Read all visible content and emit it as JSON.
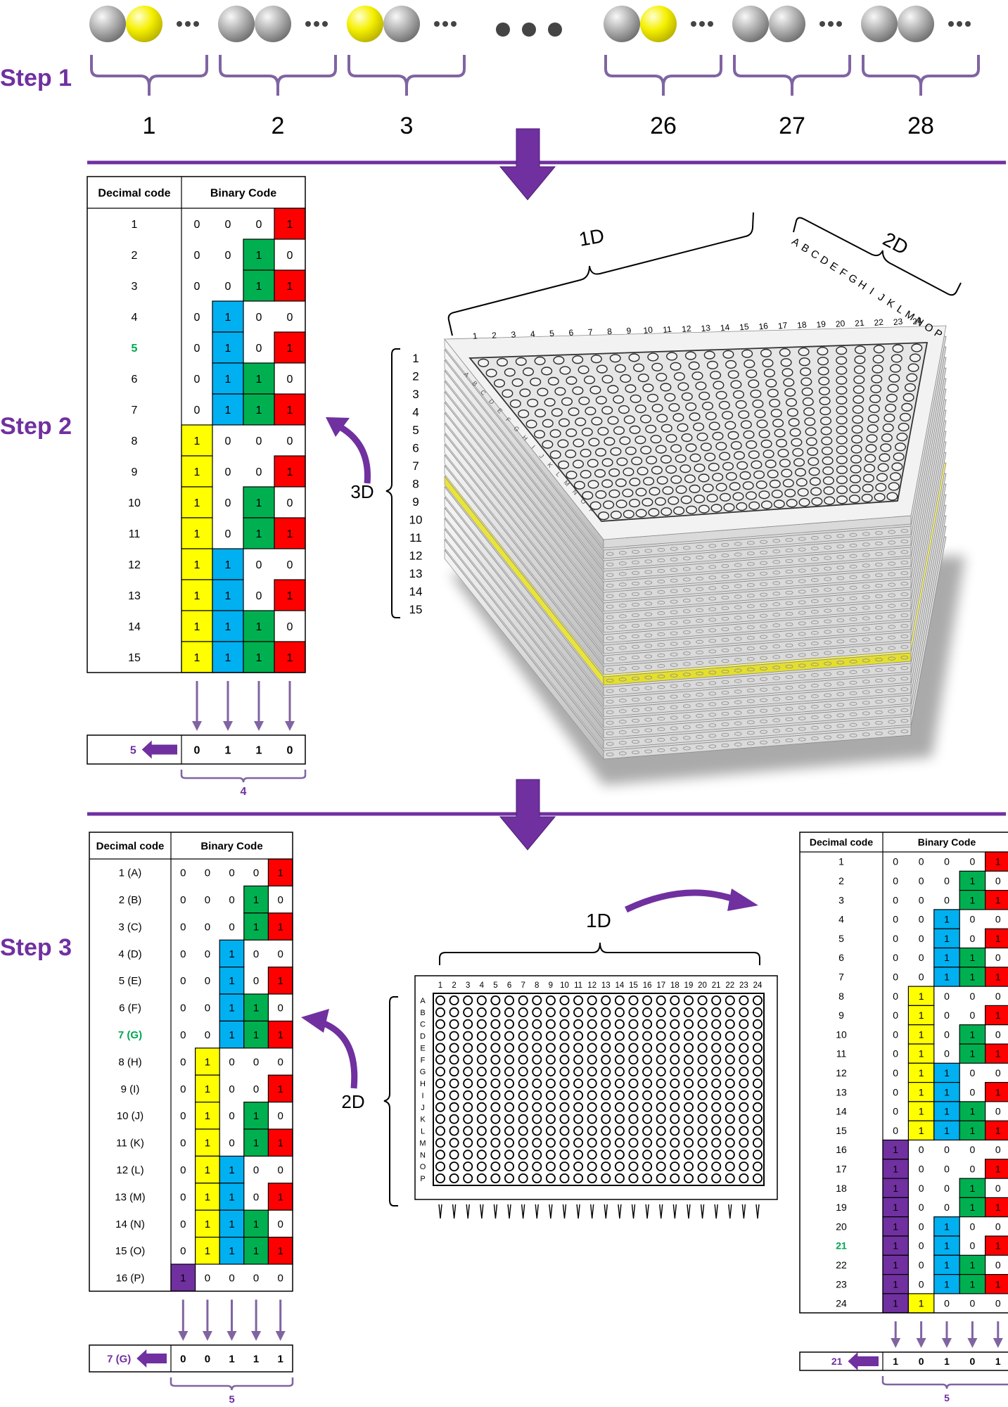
{
  "step_labels": [
    "Step 1",
    "Step 2",
    "Step 3"
  ],
  "step1": {
    "groups": [
      {
        "number": "1",
        "balls": [
          "gray",
          "yellow"
        ]
      },
      {
        "number": "2",
        "balls": [
          "gray",
          "gray"
        ]
      },
      {
        "number": "3",
        "balls": [
          "yellow",
          "gray"
        ]
      },
      {
        "number": "26",
        "balls": [
          "gray",
          "yellow"
        ]
      },
      {
        "number": "27",
        "balls": [
          "gray",
          "gray"
        ]
      },
      {
        "number": "28",
        "balls": [
          "gray",
          "gray"
        ]
      }
    ]
  },
  "table_headers": {
    "decimal": "Decimal code",
    "binary": "Binary Code"
  },
  "table2": {
    "highlight": "5",
    "rows": [
      {
        "code": "1",
        "bits": [
          "0",
          "0",
          "0",
          "1"
        ]
      },
      {
        "code": "2",
        "bits": [
          "0",
          "0",
          "1",
          "0"
        ]
      },
      {
        "code": "3",
        "bits": [
          "0",
          "0",
          "1",
          "1"
        ]
      },
      {
        "code": "4",
        "bits": [
          "0",
          "1",
          "0",
          "0"
        ]
      },
      {
        "code": "5",
        "bits": [
          "0",
          "1",
          "0",
          "1"
        ]
      },
      {
        "code": "6",
        "bits": [
          "0",
          "1",
          "1",
          "0"
        ]
      },
      {
        "code": "7",
        "bits": [
          "0",
          "1",
          "1",
          "1"
        ]
      },
      {
        "code": "8",
        "bits": [
          "1",
          "0",
          "0",
          "0"
        ]
      },
      {
        "code": "9",
        "bits": [
          "1",
          "0",
          "0",
          "1"
        ]
      },
      {
        "code": "10",
        "bits": [
          "1",
          "0",
          "1",
          "0"
        ]
      },
      {
        "code": "11",
        "bits": [
          "1",
          "0",
          "1",
          "1"
        ]
      },
      {
        "code": "12",
        "bits": [
          "1",
          "1",
          "0",
          "0"
        ]
      },
      {
        "code": "13",
        "bits": [
          "1",
          "1",
          "0",
          "1"
        ]
      },
      {
        "code": "14",
        "bits": [
          "1",
          "1",
          "1",
          "0"
        ]
      },
      {
        "code": "15",
        "bits": [
          "1",
          "1",
          "1",
          "1"
        ]
      }
    ],
    "result": {
      "code": "5",
      "bits": [
        "0",
        "1",
        "1",
        "0"
      ],
      "count": "4"
    }
  },
  "table3a": {
    "highlight": "7 (G)",
    "rows": [
      {
        "code": "1 (A)",
        "bits": [
          "0",
          "0",
          "0",
          "0",
          "1"
        ]
      },
      {
        "code": "2 (B)",
        "bits": [
          "0",
          "0",
          "0",
          "1",
          "0"
        ]
      },
      {
        "code": "3 (C)",
        "bits": [
          "0",
          "0",
          "0",
          "1",
          "1"
        ]
      },
      {
        "code": "4 (D)",
        "bits": [
          "0",
          "0",
          "1",
          "0",
          "0"
        ]
      },
      {
        "code": "5 (E)",
        "bits": [
          "0",
          "0",
          "1",
          "0",
          "1"
        ]
      },
      {
        "code": "6 (F)",
        "bits": [
          "0",
          "0",
          "1",
          "1",
          "0"
        ]
      },
      {
        "code": "7 (G)",
        "bits": [
          "0",
          "0",
          "1",
          "1",
          "1"
        ]
      },
      {
        "code": "8 (H)",
        "bits": [
          "0",
          "1",
          "0",
          "0",
          "0"
        ]
      },
      {
        "code": "9 (I)",
        "bits": [
          "0",
          "1",
          "0",
          "0",
          "1"
        ]
      },
      {
        "code": "10 (J)",
        "bits": [
          "0",
          "1",
          "0",
          "1",
          "0"
        ]
      },
      {
        "code": "11 (K)",
        "bits": [
          "0",
          "1",
          "0",
          "1",
          "1"
        ]
      },
      {
        "code": "12 (L)",
        "bits": [
          "0",
          "1",
          "1",
          "0",
          "0"
        ]
      },
      {
        "code": "13 (M)",
        "bits": [
          "0",
          "1",
          "1",
          "0",
          "1"
        ]
      },
      {
        "code": "14 (N)",
        "bits": [
          "0",
          "1",
          "1",
          "1",
          "0"
        ]
      },
      {
        "code": "15 (O)",
        "bits": [
          "0",
          "1",
          "1",
          "1",
          "1"
        ]
      },
      {
        "code": "16 (P)",
        "bits": [
          "1",
          "0",
          "0",
          "0",
          "0"
        ]
      }
    ],
    "result": {
      "code": "7 (G)",
      "bits": [
        "0",
        "0",
        "1",
        "1",
        "1"
      ],
      "count": "5"
    }
  },
  "table3b": {
    "highlight": "21",
    "rows": [
      {
        "code": "1",
        "bits": [
          "0",
          "0",
          "0",
          "0",
          "1"
        ]
      },
      {
        "code": "2",
        "bits": [
          "0",
          "0",
          "0",
          "1",
          "0"
        ]
      },
      {
        "code": "3",
        "bits": [
          "0",
          "0",
          "0",
          "1",
          "1"
        ]
      },
      {
        "code": "4",
        "bits": [
          "0",
          "0",
          "1",
          "0",
          "0"
        ]
      },
      {
        "code": "5",
        "bits": [
          "0",
          "0",
          "1",
          "0",
          "1"
        ]
      },
      {
        "code": "6",
        "bits": [
          "0",
          "0",
          "1",
          "1",
          "0"
        ]
      },
      {
        "code": "7",
        "bits": [
          "0",
          "0",
          "1",
          "1",
          "1"
        ]
      },
      {
        "code": "8",
        "bits": [
          "0",
          "1",
          "0",
          "0",
          "0"
        ]
      },
      {
        "code": "9",
        "bits": [
          "0",
          "1",
          "0",
          "0",
          "1"
        ]
      },
      {
        "code": "10",
        "bits": [
          "0",
          "1",
          "0",
          "1",
          "0"
        ]
      },
      {
        "code": "11",
        "bits": [
          "0",
          "1",
          "0",
          "1",
          "1"
        ]
      },
      {
        "code": "12",
        "bits": [
          "0",
          "1",
          "1",
          "0",
          "0"
        ]
      },
      {
        "code": "13",
        "bits": [
          "0",
          "1",
          "1",
          "0",
          "1"
        ]
      },
      {
        "code": "14",
        "bits": [
          "0",
          "1",
          "1",
          "1",
          "0"
        ]
      },
      {
        "code": "15",
        "bits": [
          "0",
          "1",
          "1",
          "1",
          "1"
        ]
      },
      {
        "code": "16",
        "bits": [
          "1",
          "0",
          "0",
          "0",
          "0"
        ]
      },
      {
        "code": "17",
        "bits": [
          "1",
          "0",
          "0",
          "0",
          "1"
        ]
      },
      {
        "code": "18",
        "bits": [
          "1",
          "0",
          "0",
          "1",
          "0"
        ]
      },
      {
        "code": "19",
        "bits": [
          "1",
          "0",
          "0",
          "1",
          "1"
        ]
      },
      {
        "code": "20",
        "bits": [
          "1",
          "0",
          "1",
          "0",
          "0"
        ]
      },
      {
        "code": "21",
        "bits": [
          "1",
          "0",
          "1",
          "0",
          "1"
        ]
      },
      {
        "code": "22",
        "bits": [
          "1",
          "0",
          "1",
          "1",
          "0"
        ]
      },
      {
        "code": "23",
        "bits": [
          "1",
          "0",
          "1",
          "1",
          "1"
        ]
      },
      {
        "code": "24",
        "bits": [
          "1",
          "1",
          "0",
          "0",
          "0"
        ]
      }
    ],
    "result": {
      "code": "21",
      "bits": [
        "1",
        "0",
        "1",
        "0",
        "1"
      ],
      "count": "5"
    }
  },
  "stack": {
    "label_1d": "1D",
    "label_2d": "2D",
    "label_3d": "3D",
    "columns": [
      "1",
      "2",
      "3",
      "4",
      "5",
      "6",
      "7",
      "8",
      "9",
      "10",
      "11",
      "12",
      "13",
      "14",
      "15",
      "16",
      "17",
      "18",
      "19",
      "20",
      "21",
      "22",
      "23",
      "24"
    ],
    "rows": [
      "A",
      "B",
      "C",
      "D",
      "E",
      "F",
      "G",
      "H",
      "I",
      "J",
      "K",
      "L",
      "M",
      "N",
      "O",
      "P"
    ],
    "layers": [
      "1",
      "2",
      "3",
      "4",
      "5",
      "6",
      "7",
      "8",
      "9",
      "10",
      "11",
      "12",
      "13",
      "14",
      "15"
    ],
    "highlight_layer": "5"
  },
  "plate": {
    "label_1d": "1D",
    "label_2d": "2D",
    "columns": [
      "1",
      "2",
      "3",
      "4",
      "5",
      "6",
      "7",
      "8",
      "9",
      "10",
      "11",
      "12",
      "13",
      "14",
      "15",
      "16",
      "17",
      "18",
      "19",
      "20",
      "21",
      "22",
      "23",
      "24"
    ],
    "rows": [
      "A",
      "B",
      "C",
      "D",
      "E",
      "F",
      "G",
      "H",
      "I",
      "J",
      "K",
      "L",
      "M",
      "N",
      "O",
      "P"
    ]
  },
  "colors": {
    "accent": "#7030a0",
    "bit_yellow": "#ffff00",
    "bit_blue": "#00b0f0",
    "bit_green": "#00b050",
    "bit_red": "#ff0000",
    "bit_purple": "#7030a0",
    "highlight_code": "#00a650",
    "ball_gray": "#a6a6a6",
    "ball_yellow": "#ffff00"
  }
}
